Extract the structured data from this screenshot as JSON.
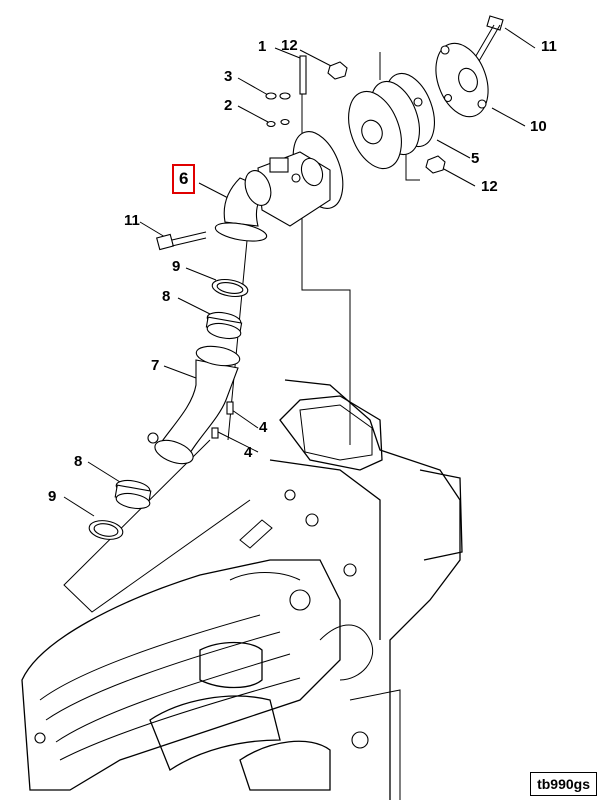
{
  "diagram": {
    "figure_id": "tb990gs",
    "highlight_color": "#e00000",
    "callouts": [
      {
        "id": "c1",
        "label": "1",
        "highlighted": false
      },
      {
        "id": "c12a",
        "label": "12",
        "highlighted": false
      },
      {
        "id": "c11a",
        "label": "11",
        "highlighted": false
      },
      {
        "id": "c3",
        "label": "3",
        "highlighted": false
      },
      {
        "id": "c2",
        "label": "2",
        "highlighted": false
      },
      {
        "id": "c10",
        "label": "10",
        "highlighted": false
      },
      {
        "id": "c6",
        "label": "6",
        "highlighted": true
      },
      {
        "id": "c5",
        "label": "5",
        "highlighted": false
      },
      {
        "id": "c12b",
        "label": "12",
        "highlighted": false
      },
      {
        "id": "c11b",
        "label": "11",
        "highlighted": false
      },
      {
        "id": "c9a",
        "label": "9",
        "highlighted": false
      },
      {
        "id": "c8a",
        "label": "8",
        "highlighted": false
      },
      {
        "id": "c7",
        "label": "7",
        "highlighted": false
      },
      {
        "id": "c4a",
        "label": "4",
        "highlighted": false
      },
      {
        "id": "c4b",
        "label": "4",
        "highlighted": false
      },
      {
        "id": "c8b",
        "label": "8",
        "highlighted": false
      },
      {
        "id": "c9b",
        "label": "9",
        "highlighted": false
      }
    ]
  }
}
